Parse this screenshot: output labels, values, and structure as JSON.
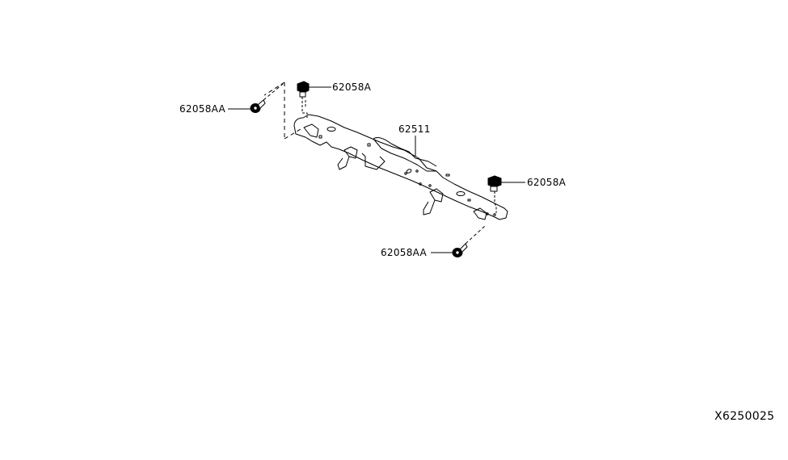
{
  "diagram": {
    "type": "parts-exploded-view",
    "code": "X6250025",
    "parts": [
      {
        "id": "bolt-top-left",
        "label": "62058A"
      },
      {
        "id": "bolt-left-side",
        "label": "62058AA"
      },
      {
        "id": "member",
        "label": "62511"
      },
      {
        "id": "bolt-top-right",
        "label": "62058A"
      },
      {
        "id": "bolt-bottom-right",
        "label": "62058AA"
      }
    ]
  },
  "colors": {
    "line": "#000000",
    "background": "#ffffff"
  }
}
